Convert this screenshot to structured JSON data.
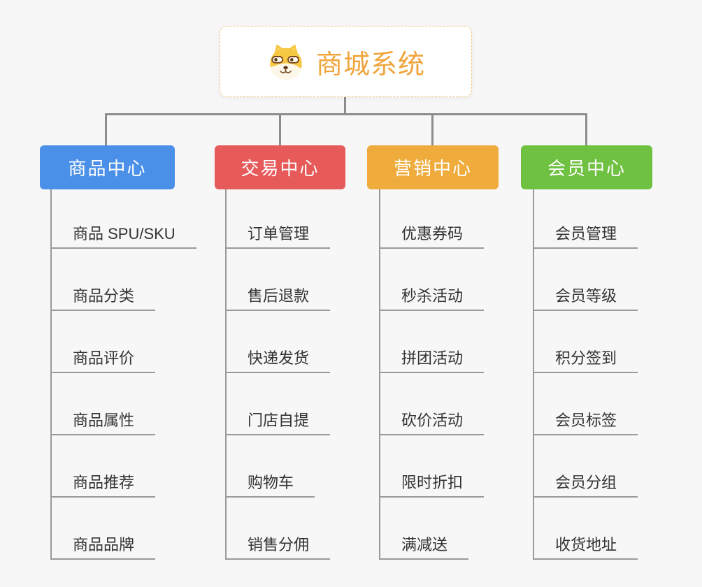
{
  "root": {
    "title": "商城系统",
    "icon": "dog-icon"
  },
  "palette": {
    "canvas_bg": "#f7f7f7",
    "connector": "#8c8c8c",
    "leaf_line": "#9a9a9a",
    "leaf_text": "#333333",
    "root_border": "#f0c480",
    "root_text": "#f0a53c"
  },
  "branches": [
    {
      "label": "商品中心",
      "color": "#4a90e8",
      "items": [
        "商品 SPU/SKU",
        "商品分类",
        "商品评价",
        "商品属性",
        "商品推荐",
        "商品品牌"
      ]
    },
    {
      "label": "交易中心",
      "color": "#e65a5a",
      "items": [
        "订单管理",
        "售后退款",
        "快递发货",
        "门店自提",
        "购物车",
        "销售分佣"
      ]
    },
    {
      "label": "营销中心",
      "color": "#efac3c",
      "items": [
        "优惠券码",
        "秒杀活动",
        "拼团活动",
        "砍价活动",
        "限时折扣",
        "满减送"
      ]
    },
    {
      "label": "会员中心",
      "color": "#6fc141",
      "items": [
        "会员管理",
        "会员等级",
        "积分签到",
        "会员标签",
        "会员分组",
        "收货地址"
      ]
    }
  ]
}
